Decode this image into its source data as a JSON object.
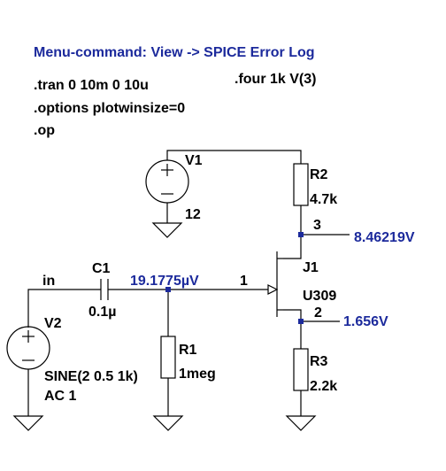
{
  "header": {
    "menu_command": "Menu-command: View -> SPICE Error Log"
  },
  "directives": {
    "tran": ".tran 0 10m 0 10u",
    "options": ".options plotwinsize=0",
    "op": ".op",
    "four": ".four 1k V(3)"
  },
  "components": {
    "v1": {
      "name": "V1",
      "value": "12"
    },
    "v2": {
      "name": "V2",
      "value": "SINE(2 0.5 1k)",
      "ac": "AC 1"
    },
    "r1": {
      "name": "R1",
      "value": "1meg"
    },
    "r2": {
      "name": "R2",
      "value": "4.7k"
    },
    "r3": {
      "name": "R3",
      "value": "2.2k"
    },
    "c1": {
      "name": "C1",
      "value": "0.1µ"
    },
    "j1": {
      "name": "J1",
      "value": "U309"
    }
  },
  "nets": {
    "in": "in",
    "n1": "1",
    "n2": "2",
    "n3": "3"
  },
  "voltages": {
    "gate": "19.1775µV",
    "drain": "8.46219V",
    "source": "1.656V"
  },
  "colors": {
    "annotation_blue": "#1c2a9c",
    "wire_black": "#000000"
  }
}
